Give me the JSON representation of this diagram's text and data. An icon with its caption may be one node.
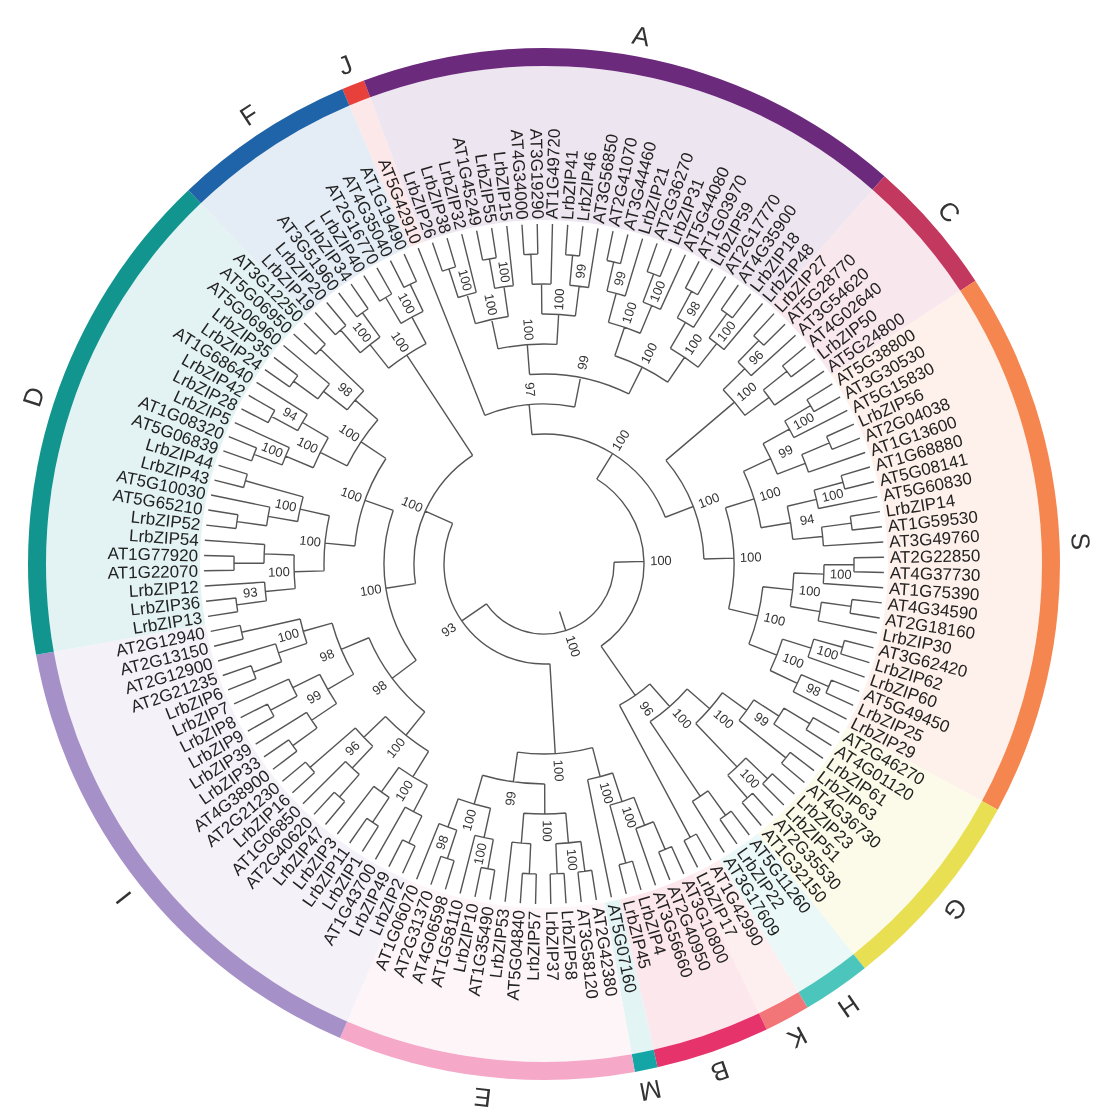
{
  "diagram": {
    "nodes": [
      {
        "text": [
          "J"
        ]
      },
      {
        "text": [
          "AT5G42910"
        ],
        "in": 0
      },
      {
        "text": [
          "A"
        ]
      },
      {
        "text": [
          "LrbZIP26"
        ],
        "in": 2
      },
      {
        "text": [
          "LrbZIP38"
        ],
        "in": 2
      },
      {
        "text": [
          "LrbZIP32"
        ],
        "in": 2
      },
      {
        "text": [
          "AT1G45249"
        ],
        "in": 2
      },
      {
        "text": [
          "LrbZIP55"
        ],
        "in": 2
      },
      {
        "text": [
          "LrbZIP15"
        ],
        "in": 2
      },
      {
        "text": [
          "AT4G34000"
        ],
        "in": 2
      },
      {
        "text": [
          "AT3G19290"
        ],
        "in": 2
      },
      {
        "text": [
          "AT1G49720"
        ],
        "in": 2
      },
      {
        "text": [
          "LrbZIP41"
        ],
        "in": 2
      },
      {
        "text": [
          "LrbZIP46"
        ],
        "in": 2
      },
      {
        "text": [
          "AT3G56850"
        ],
        "in": 2
      },
      {
        "text": [
          "AT2G41070"
        ],
        "in": 2
      },
      {
        "text": [
          "AT3G44460"
        ],
        "in": 2
      },
      {
        "text": [
          "LrbZIP21"
        ],
        "in": 2
      },
      {
        "text": [
          "AT2G36270"
        ],
        "in": 2
      },
      {
        "text": [
          "LrbZIP31"
        ],
        "in": 2
      },
      {
        "text": [
          "AT5G44080"
        ],
        "in": 2
      },
      {
        "text": [
          "AT1G03970"
        ],
        "in": 2
      },
      {
        "text": [
          "LrbZIP59"
        ],
        "in": 2
      },
      {
        "text": [
          "AT2G17770"
        ],
        "in": 2
      },
      {
        "text": [
          "AT4G35900"
        ],
        "in": 2
      },
      {
        "text": [
          "LrbZIP18"
        ],
        "in": 2
      },
      {
        "text": [
          "LrbZIP48"
        ],
        "in": 2
      },
      {
        "text": [
          "C"
        ]
      },
      {
        "text": [
          "LrbZIP27"
        ],
        "in": 27
      },
      {
        "text": [
          "AT5G28770"
        ],
        "in": 27
      },
      {
        "text": [
          "AT3G54620"
        ],
        "in": 27
      },
      {
        "text": [
          "AT4G02640"
        ],
        "in": 27
      },
      {
        "text": [
          "LrbZIP50"
        ],
        "in": 27
      },
      {
        "text": [
          "AT5G24800"
        ],
        "in": 27
      },
      {
        "text": [
          "S"
        ]
      },
      {
        "text": [
          "AT5G38800"
        ],
        "in": 34
      },
      {
        "text": [
          "AT3G30530"
        ],
        "in": 34
      },
      {
        "text": [
          "AT5G15830"
        ],
        "in": 34
      },
      {
        "text": [
          "LrbZIP56"
        ],
        "in": 34
      },
      {
        "text": [
          "AT2G04038"
        ],
        "in": 34
      },
      {
        "text": [
          "AT1G13600"
        ],
        "in": 34
      },
      {
        "text": [
          "AT1G68880"
        ],
        "in": 34
      },
      {
        "text": [
          "AT5G08141"
        ],
        "in": 34
      },
      {
        "text": [
          "AT5G60830"
        ],
        "in": 34
      },
      {
        "text": [
          "LrbZIP14"
        ],
        "in": 34
      },
      {
        "text": [
          "AT1G59530"
        ],
        "in": 34
      },
      {
        "text": [
          "AT3G49760"
        ],
        "in": 34
      },
      {
        "text": [
          "AT2G22850"
        ],
        "in": 34
      },
      {
        "text": [
          "AT4G37730"
        ],
        "in": 34
      },
      {
        "text": [
          "AT1G75390"
        ],
        "in": 34
      },
      {
        "text": [
          "AT4G34590"
        ],
        "in": 34
      },
      {
        "text": [
          "AT2G18160"
        ],
        "in": 34
      },
      {
        "text": [
          "LrbZIP30"
        ],
        "in": 34
      },
      {
        "text": [
          "AT3G62420"
        ],
        "in": 34
      },
      {
        "text": [
          "LrbZIP62"
        ],
        "in": 34
      },
      {
        "text": [
          "LrbZIP60"
        ],
        "in": 34
      },
      {
        "text": [
          "AT5G49450"
        ],
        "in": 34
      },
      {
        "text": [
          "LrbZIP25"
        ],
        "in": 34
      },
      {
        "text": [
          "LrbZIP29"
        ],
        "in": 34
      },
      {
        "text": [
          "G"
        ]
      },
      {
        "text": [
          "AT2G46270"
        ],
        "in": 59
      },
      {
        "text": [
          "AT4G01120"
        ],
        "in": 59
      },
      {
        "text": [
          "LrbZIP61"
        ],
        "in": 59
      },
      {
        "text": [
          "LrbZIP63"
        ],
        "in": 59
      },
      {
        "text": [
          "AT4G36730"
        ],
        "in": 59
      },
      {
        "text": [
          "LrbZIP23"
        ],
        "in": 59
      },
      {
        "text": [
          "LrbZIP51"
        ],
        "in": 59
      },
      {
        "text": [
          "AT2G35530"
        ],
        "in": 59
      },
      {
        "text": [
          "AT1G32150"
        ],
        "in": 59
      },
      {
        "text": [
          "H"
        ]
      },
      {
        "text": [
          "AT5G11260"
        ],
        "in": 69
      },
      {
        "text": [
          "LrbZIP22"
        ],
        "in": 69
      },
      {
        "text": [
          "AT3G17609"
        ],
        "in": 69
      },
      {
        "text": [
          "K"
        ]
      },
      {
        "text": [
          "AT1G42990"
        ],
        "in": 73
      },
      {
        "text": [
          "LrbZIP17"
        ],
        "in": 73
      },
      {
        "text": [
          "B"
        ]
      },
      {
        "text": [
          "AT3G10800"
        ],
        "in": 76
      },
      {
        "text": [
          "AT2G40950"
        ],
        "in": 76
      },
      {
        "text": [
          "AT3G56660"
        ],
        "in": 76
      },
      {
        "text": [
          "LrbZIP4"
        ],
        "in": 76
      },
      {
        "text": [
          "LrbZIP45"
        ],
        "in": 76
      },
      {
        "text": [
          "M"
        ]
      },
      {
        "text": [
          "AT5G07160"
        ],
        "in": 82
      },
      {
        "text": [
          "E"
        ]
      },
      {
        "text": [
          "AT2G42380"
        ],
        "in": 84
      },
      {
        "text": [
          "AT3G58120"
        ],
        "in": 84
      },
      {
        "text": [
          "LrbZIP58"
        ],
        "in": 84
      },
      {
        "text": [
          "LrbZIP37"
        ],
        "in": 84
      },
      {
        "text": [
          "LrbZIP57"
        ],
        "in": 84
      },
      {
        "text": [
          "AT5G04840"
        ],
        "in": 84
      },
      {
        "text": [
          "LrbZIP53"
        ],
        "in": 84
      },
      {
        "text": [
          "AT1G35490"
        ],
        "in": 84
      },
      {
        "text": [
          "LrbZIP10"
        ],
        "in": 84
      },
      {
        "text": [
          "AT1G58110"
        ],
        "in": 84
      },
      {
        "text": [
          "AT4G06598"
        ],
        "in": 84
      },
      {
        "text": [
          "AT2G31370"
        ],
        "in": 84
      },
      {
        "text": [
          "AT1G06070"
        ],
        "in": 84
      },
      {
        "text": [
          "I"
        ]
      },
      {
        "text": [
          "LrbZIP2"
        ],
        "in": 98
      },
      {
        "text": [
          "LrbZIP49"
        ],
        "in": 98
      },
      {
        "text": [
          "AT1G43700"
        ],
        "in": 98
      },
      {
        "text": [
          "LrbZIP1"
        ],
        "in": 98
      },
      {
        "text": [
          "LrbZIP11"
        ],
        "in": 98
      },
      {
        "text": [
          "LrbZIP3"
        ],
        "in": 98
      },
      {
        "text": [
          "LrbZIP47"
        ],
        "in": 98
      },
      {
        "text": [
          "AT2G40620"
        ],
        "in": 98
      },
      {
        "text": [
          "AT1G06850"
        ],
        "in": 98
      },
      {
        "text": [
          "LrbZIP16"
        ],
        "in": 98
      },
      {
        "text": [
          "AT2G21230"
        ],
        "in": 98
      },
      {
        "text": [
          "AT4G38900"
        ],
        "in": 98
      },
      {
        "text": [
          "LrbZIP33"
        ],
        "in": 98
      },
      {
        "text": [
          "LrbZIP39"
        ],
        "in": 98
      },
      {
        "text": [
          "LrbZIP9"
        ],
        "in": 98
      },
      {
        "text": [
          "LrbZIP8"
        ],
        "in": 98
      },
      {
        "text": [
          "LrbZIP7"
        ],
        "in": 98
      },
      {
        "text": [
          "LrbZIP6"
        ],
        "in": 98
      },
      {
        "text": [
          "AT2G21235"
        ],
        "in": 98
      },
      {
        "text": [
          "AT2G12900"
        ],
        "in": 98
      },
      {
        "text": [
          "AT2G13150"
        ],
        "in": 98
      },
      {
        "text": [
          "AT2G12940"
        ],
        "in": 98
      },
      {
        "text": [
          "D"
        ]
      },
      {
        "text": [
          "LrbZIP13"
        ],
        "in": 121
      },
      {
        "text": [
          "LrbZIP36"
        ],
        "in": 121
      },
      {
        "text": [
          "LrbZIP12"
        ],
        "in": 121
      },
      {
        "text": [
          "AT1G22070"
        ],
        "in": 121
      },
      {
        "text": [
          "AT1G77920"
        ],
        "in": 121
      },
      {
        "text": [
          "LrbZIP54"
        ],
        "in": 121
      },
      {
        "text": [
          "LrbZIP52"
        ],
        "in": 121
      },
      {
        "text": [
          "AT5G65210"
        ],
        "in": 121
      },
      {
        "text": [
          "AT5G10030"
        ],
        "in": 121
      },
      {
        "text": [
          "LrbZIP43"
        ],
        "in": 121
      },
      {
        "text": [
          "LrbZIP44"
        ],
        "in": 121
      },
      {
        "text": [
          "AT5G06839"
        ],
        "in": 121
      },
      {
        "text": [
          "AT1G08320"
        ],
        "in": 121
      },
      {
        "text": [
          "LrbZIP5"
        ],
        "in": 121
      },
      {
        "text": [
          "LrbZIP28"
        ],
        "in": 121
      },
      {
        "text": [
          "LrbZIP42"
        ],
        "in": 121
      },
      {
        "text": [
          "AT1G68640"
        ],
        "in": 121
      },
      {
        "text": [
          "LrbZIP24"
        ],
        "in": 121
      },
      {
        "text": [
          "LrbZIP35"
        ],
        "in": 121
      },
      {
        "text": [
          "AT5G06960"
        ],
        "in": 121
      },
      {
        "text": [
          "AT5G06950"
        ],
        "in": 121
      },
      {
        "text": [
          "AT3G12250"
        ],
        "in": 121
      },
      {
        "text": [
          "F"
        ]
      },
      {
        "text": [
          "LrbZIP19"
        ],
        "in": 144
      },
      {
        "text": [
          "LrbZIP20"
        ],
        "in": 144
      },
      {
        "text": [
          "AT3G51960"
        ],
        "in": 144
      },
      {
        "text": [
          "LrbZIP34"
        ],
        "in": 144
      },
      {
        "text": [
          "LrbZIP40"
        ],
        "in": 144
      },
      {
        "text": [
          "AT2G16770"
        ],
        "in": 144
      },
      {
        "text": [
          "AT4G35040"
        ],
        "in": 144
      },
      {
        "text": [
          "AT1G19490"
        ],
        "in": 144
      }
    ],
    "labels": [
      "100",
      "100",
      "100",
      "97",
      "100",
      "100",
      "99",
      "99",
      "99",
      "100",
      "100",
      "100",
      "98",
      "100",
      "100",
      "100",
      "96",
      "100",
      "100",
      "99",
      "100",
      "100",
      "100",
      "94",
      "100",
      "100",
      "100",
      "100",
      "100",
      "100",
      "100",
      "98",
      "99",
      "100",
      "100",
      "100",
      "96",
      "100",
      "100",
      "100",
      "100",
      "100",
      "100",
      "99",
      "100",
      "100",
      "98",
      "100",
      "100",
      "96",
      "98",
      "93",
      "99",
      "98",
      "100",
      "100",
      "93",
      "100",
      "100",
      "100",
      "100",
      "100",
      "100",
      "100",
      "94",
      "100",
      "98",
      "100",
      "100",
      "100"
    ]
  }
}
